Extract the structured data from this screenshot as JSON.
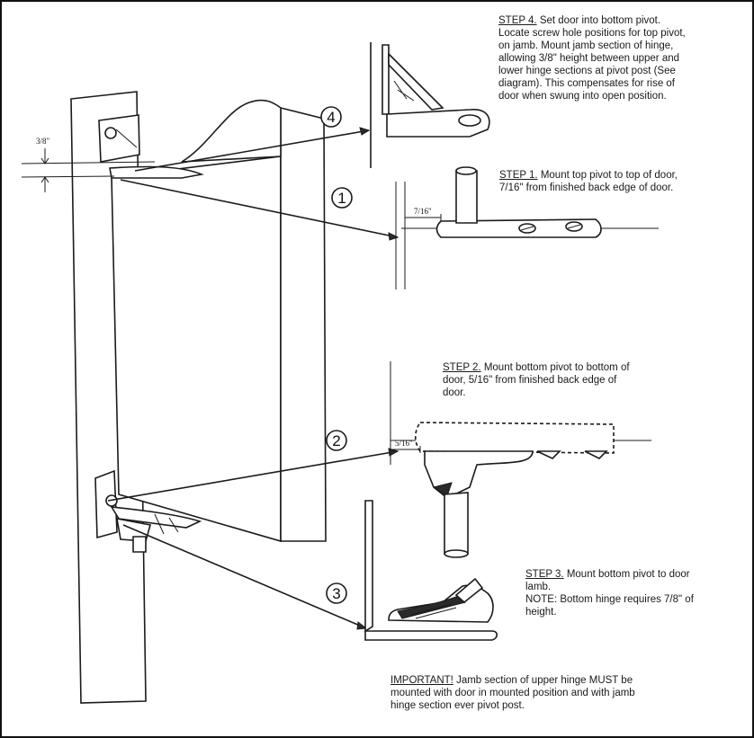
{
  "steps": [
    {
      "number": "4",
      "heading": "STEP 4.",
      "text": "Set door into bottom pivot. Locate screw hole positions for top pivot, on jamb. Mount jamb section of hinge, allowing 3/8\" height between upper and lower hinge sections at pivot post (See diagram). This compensates for rise of door when swung into open position."
    },
    {
      "number": "1",
      "heading": "STEP 1.",
      "text": "Mount top pivot to top of door, 7/16\" from finished back edge of door."
    },
    {
      "number": "2",
      "heading": "STEP 2.",
      "text": "Mount bottom pivot to bottom of door, 5/16\" from finished back edge of door."
    },
    {
      "number": "3",
      "heading": "STEP 3.",
      "text": "Mount bottom pivot to door lamb.\nNOTE:  Bottom hinge requires 7/8\" of height."
    }
  ],
  "important": {
    "heading": "IMPORTANT!",
    "text": "Jamb section of upper hinge MUST be mounted with door in mounted position and with jamb hinge section ever pivot post."
  },
  "dimensions": {
    "gap_top": "3/8\"",
    "top_offset": "7/16\"",
    "bottom_offset": "5/16\""
  }
}
